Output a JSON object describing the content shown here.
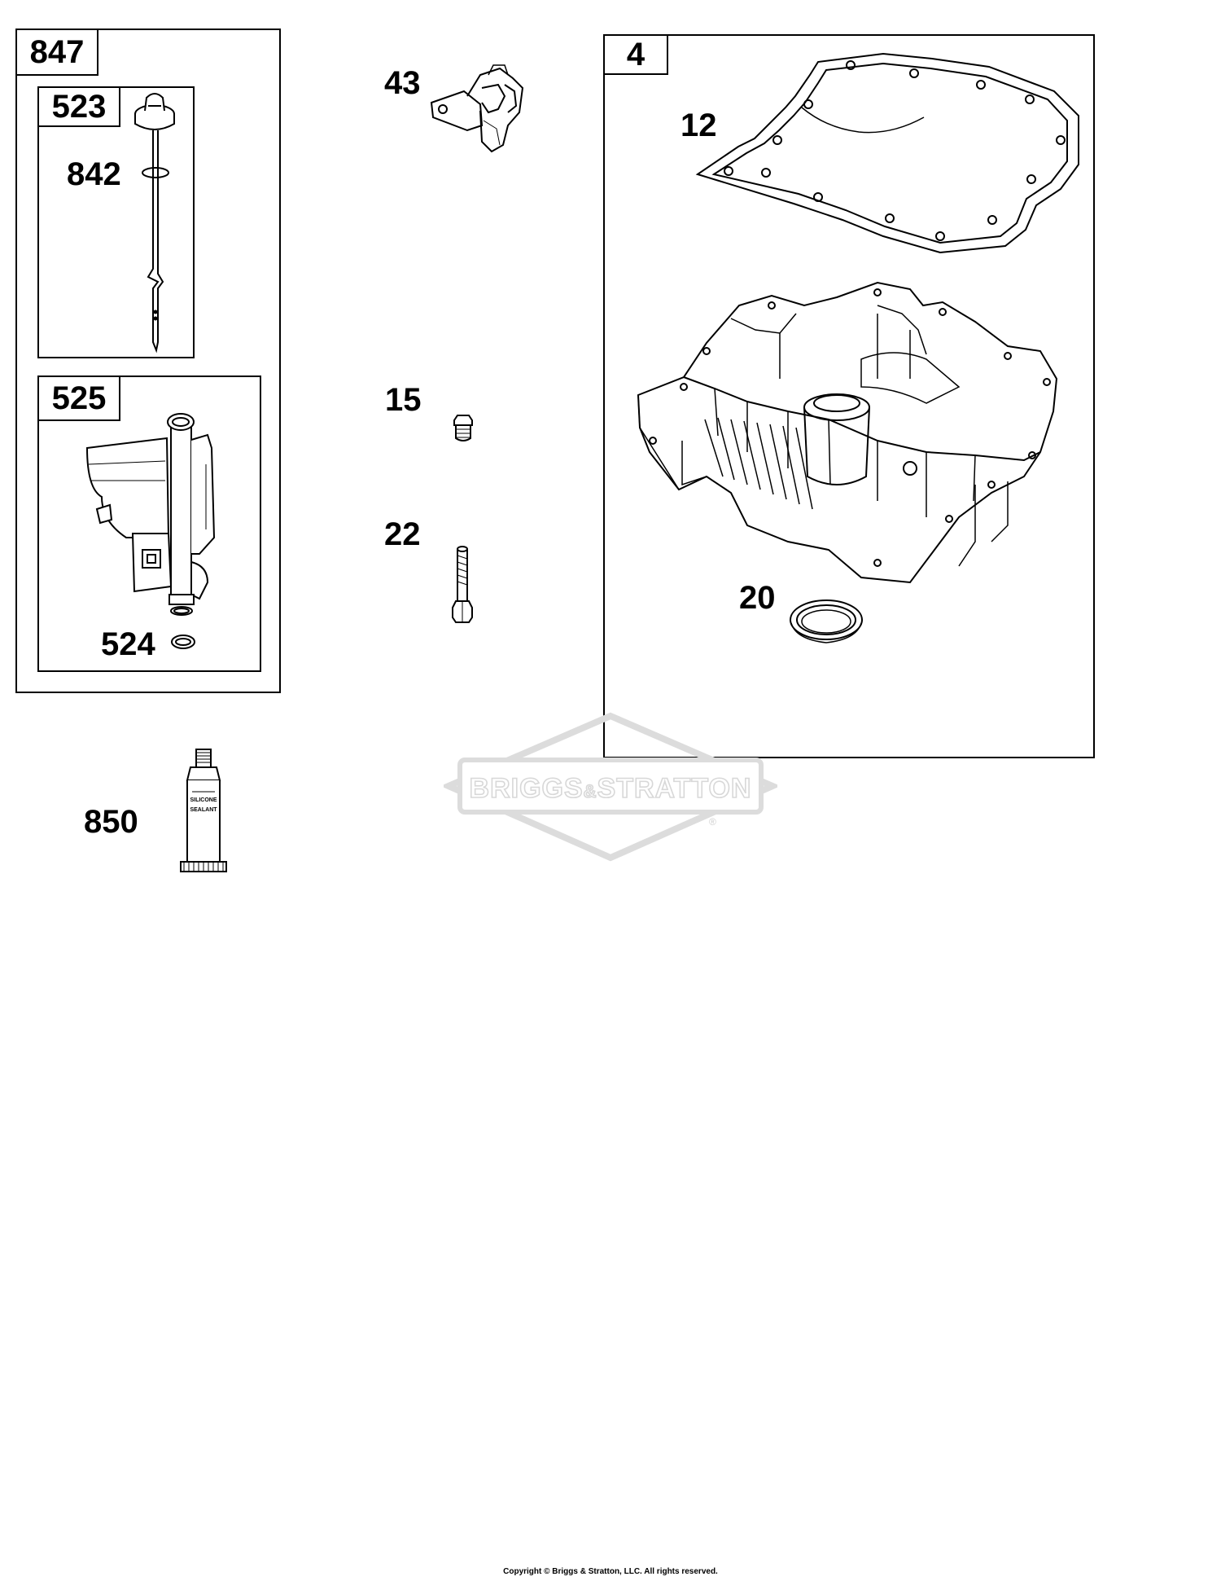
{
  "diagram": {
    "group_labels": {
      "g847": "847",
      "g523": "523",
      "g525": "525",
      "g4": "4"
    },
    "part_labels": {
      "p842": "842",
      "p524": "524",
      "p850": "850",
      "p43": "43",
      "p15": "15",
      "p22": "22",
      "p12": "12",
      "p20": "20"
    },
    "sealant_tube_text": [
      "SILICONE",
      "SEALANT"
    ],
    "watermark": {
      "brand_left": "BRIGGS",
      "brand_amp": "&",
      "brand_right": "STRATTON",
      "registered": "®"
    },
    "copyright": "Copyright © Briggs & Stratton, LLC. All rights reserved."
  }
}
